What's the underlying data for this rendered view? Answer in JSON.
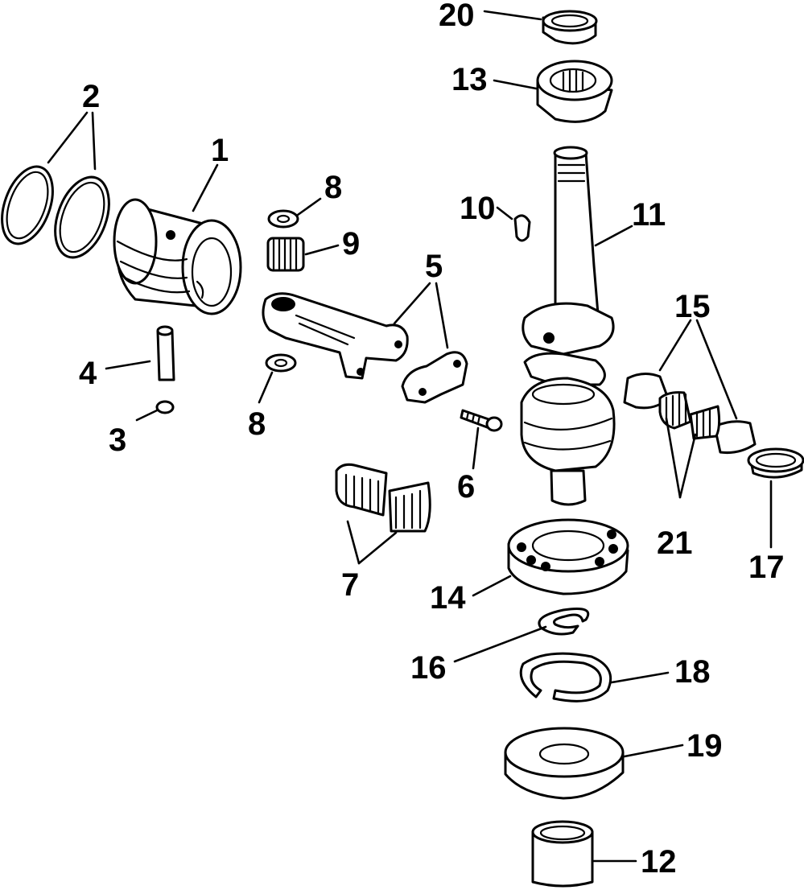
{
  "labels": {
    "c1": "1",
    "c2": "2",
    "c3": "3",
    "c4": "4",
    "c5": "5",
    "c6": "6",
    "c7": "7",
    "c8a": "8",
    "c8b": "8",
    "c9": "9",
    "c10": "10",
    "c11": "11",
    "c12": "12",
    "c13": "13",
    "c14": "14",
    "c15": "15",
    "c16": "16",
    "c17": "17",
    "c18": "18",
    "c19": "19",
    "c20": "20",
    "c21": "21"
  },
  "colors": {
    "ink": "#000000",
    "paper": "#ffffff"
  }
}
